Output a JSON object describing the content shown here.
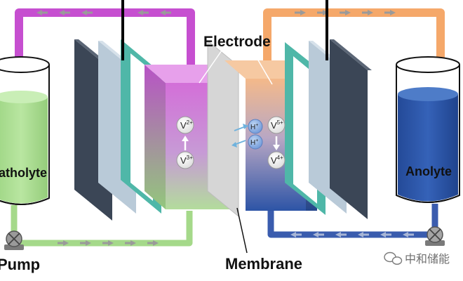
{
  "labels": {
    "electrode": "Electrode",
    "membrane": "Membrane",
    "catholyte": "atholyte",
    "anolyte": "Anolyte",
    "pump": "Pump"
  },
  "ions": {
    "v2": "V",
    "v2_sup": "2+",
    "v3": "V",
    "v3_sup": "3+",
    "v5": "V",
    "v5_sup": "5+",
    "v4": "V",
    "v4_sup": "4+",
    "h1": "H",
    "h1_sup": "+",
    "h2": "H",
    "h2_sup": "+"
  },
  "watermark": "中和储能",
  "colors": {
    "left_pipe": "#c64fd0",
    "right_pipe": "#f5a86a",
    "left_return_pipe": "#a5d98a",
    "right_return_pipe": "#3a5cae",
    "catholyte_liquid": "#a6db8d",
    "anolyte_liquid": "#2b56a8",
    "plate_dark": "#3b4656",
    "teal_frame": "#4fb7a8"
  }
}
